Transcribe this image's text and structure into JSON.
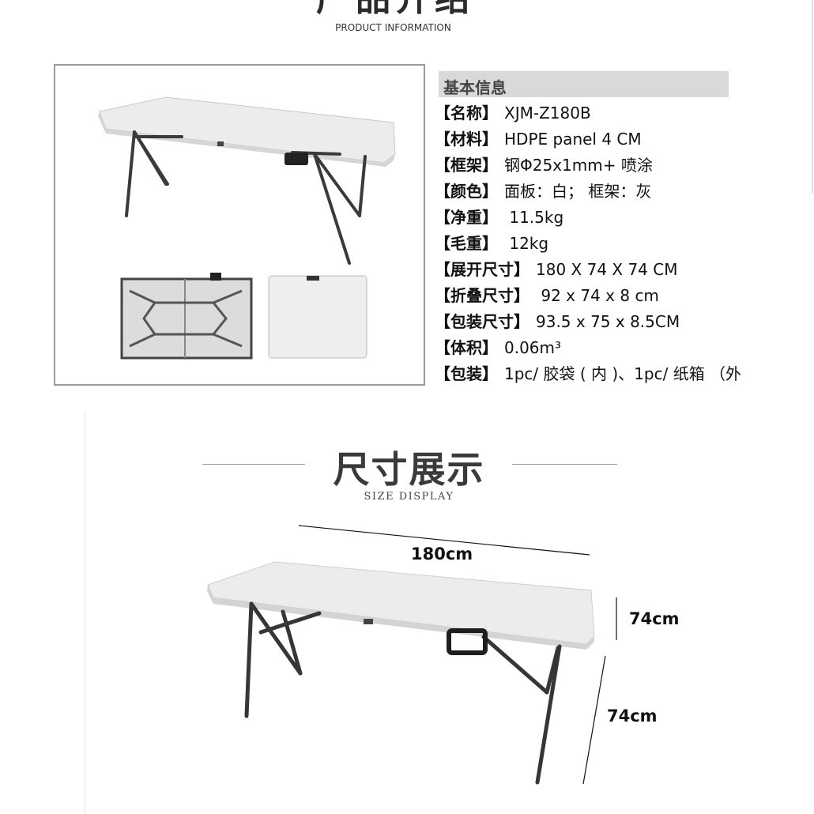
{
  "header": {
    "title_cn": "产品介绍",
    "subtitle": "PRODUCT INFORMATION"
  },
  "info": {
    "heading": "基本信息",
    "specs": [
      {
        "key": "【名称】",
        "value": "XJM-Z180B"
      },
      {
        "key": "【材料】",
        "value": "HDPE panel 4 CM"
      },
      {
        "key": "【框架】",
        "value": "钢Φ25x1mm+ 喷涂"
      },
      {
        "key": "【颜色】",
        "value": "面板：白；  框架：灰"
      },
      {
        "key": "【净重】",
        "value": " 11.5kg"
      },
      {
        "key": "【毛重】",
        "value": " 12kg"
      },
      {
        "key": "【展开尺寸】",
        "value": "180 X 74 X 74 CM"
      },
      {
        "key": "【折叠尺寸】",
        "value": " 92 x 74 x 8 cm"
      },
      {
        "key": "【包装尺寸】",
        "value": "93.5 x 75 x 8.5CM"
      },
      {
        "key": "【体积】",
        "value": "0.06m³"
      },
      {
        "key": "【包装】",
        "value": "1pc/ 胶袋 ( 内 )、1pc/ 纸箱  （外"
      }
    ]
  },
  "size_section": {
    "title": "尺寸展示",
    "subtitle": "SIZE DISPLAY",
    "length_label": "180cm",
    "width_label": "74cm",
    "height_label": "74cm"
  },
  "colors": {
    "table_top": "#ececec",
    "frame": "#3c3c3c",
    "info_bar": "#d9d9d9"
  }
}
